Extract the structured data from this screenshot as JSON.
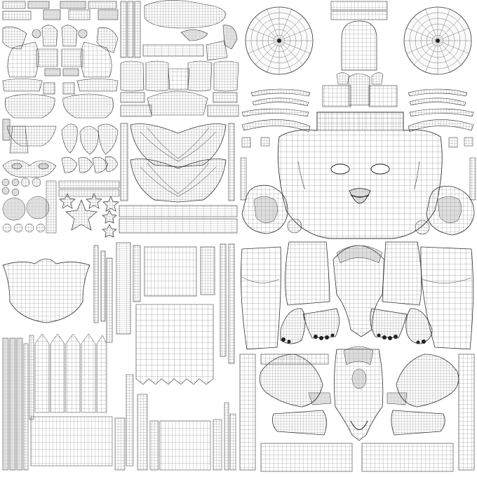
{
  "sheet": {
    "kind": "uv-wireframe-layout",
    "background": "#ffffff",
    "line_color": "#3a3a3a",
    "shell_fill": "#f7f7f7",
    "dense_fill": "#2b2b2b"
  },
  "islands": [
    "head-face",
    "eye-disc-left",
    "eye-disc-right",
    "nose-strip",
    "brow-strips",
    "ear-left",
    "ear-right",
    "neck-chest-piece",
    "torso-front",
    "torso-back",
    "arm-left",
    "arm-right",
    "hand-left",
    "hand-right",
    "foot-left",
    "foot-right",
    "wing-upper",
    "wing-lower",
    "star-cluster",
    "sphere-clusters",
    "small-shells-top-left",
    "long-strips-lower-left",
    "strip-columns-center"
  ]
}
